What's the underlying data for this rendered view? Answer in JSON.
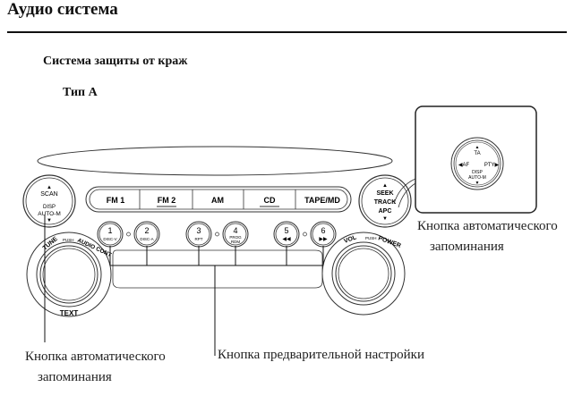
{
  "header": {
    "title": "Аудио система",
    "section": "Система защиты от краж",
    "type_label": "Тип A"
  },
  "panel": {
    "left_knob": {
      "top": "SCAN",
      "bottom1": "DISP",
      "bottom2": "AUTO-M",
      "arrow_up": "▲",
      "arrow_down": "▼"
    },
    "tune_ring": {
      "left": "TUNE",
      "push": "PUSH",
      "right": "AUDIO CONT",
      "bottom": "TEXT"
    },
    "band_buttons": [
      "FM 1",
      "FM 2",
      "AM",
      "CD",
      "TAPE/MD"
    ],
    "presets": [
      {
        "num": "1",
        "sub": "DISC-V"
      },
      {
        "num": "2",
        "sub": "DISC-A"
      },
      {
        "num": "3",
        "sub": "RPT"
      },
      {
        "num": "4",
        "sub": "PROG",
        "sub2": "RDM"
      },
      {
        "num": "5",
        "sub": "◀◀"
      },
      {
        "num": "6",
        "sub": "▶▶"
      }
    ],
    "right_knob": {
      "l1": "SEEK",
      "l2": "TRACK",
      "l3": "APC",
      "arrow_up": "▲",
      "arrow_down": "▼"
    },
    "vol_ring": {
      "left": "VOL",
      "push": "PUSH",
      "right": "POWER"
    },
    "inset_knob": {
      "top": "TA",
      "left": "◀AF",
      "right": "PTY▶",
      "bottom1": "DISP",
      "bottom2": "AUTO-M",
      "arrow_up": "▲",
      "arrow_down": "▼"
    }
  },
  "captions": {
    "right_auto_memory_1": "Кнопка автоматического",
    "right_auto_memory_2": "запоминания",
    "left_auto_memory_1": "Кнопка автоматического",
    "left_auto_memory_2": "запоминания",
    "preset": "Кнопка предварительной настройки"
  }
}
